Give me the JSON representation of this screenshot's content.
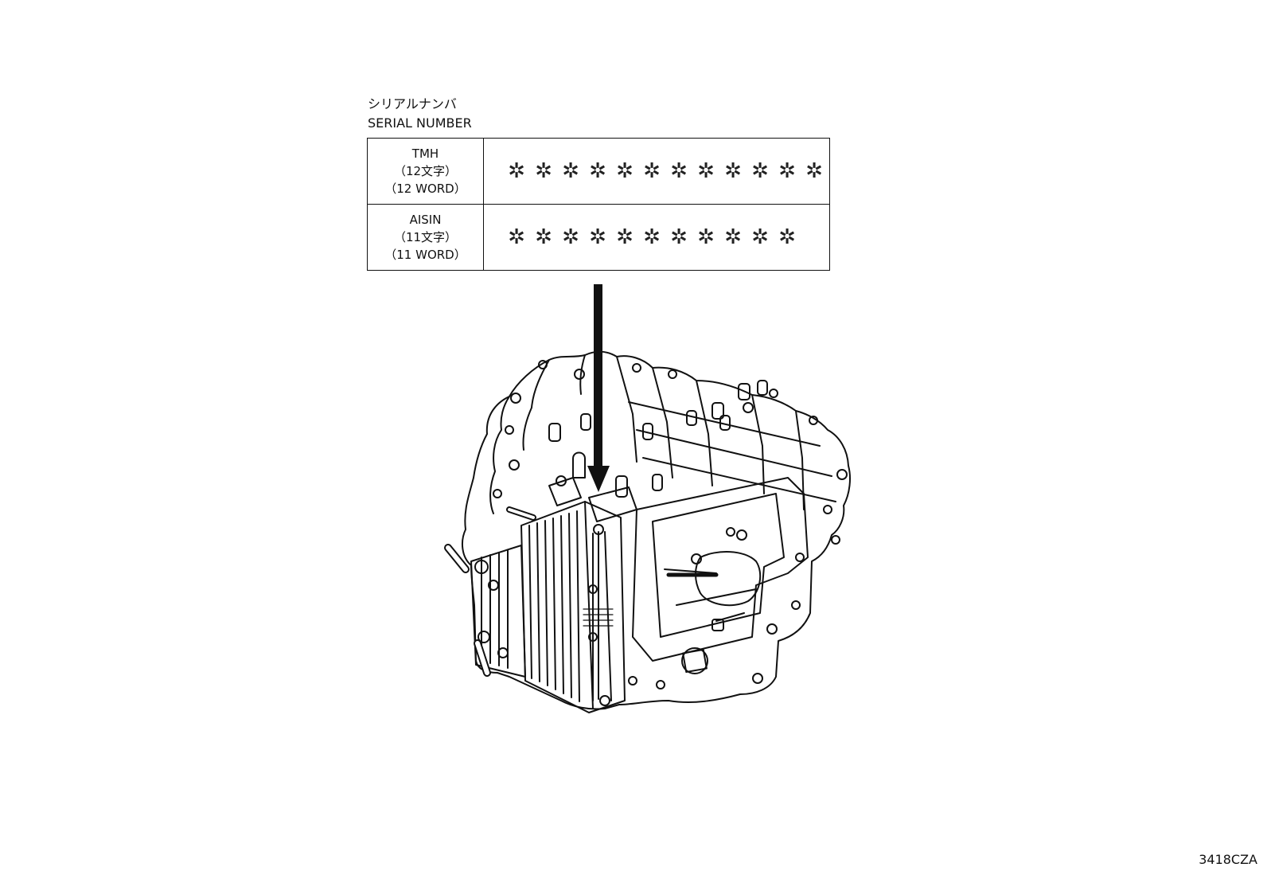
{
  "serial": {
    "caption_jp": "シリアルナンバ",
    "caption_en": "SERIAL NUMBER",
    "rows": [
      {
        "maker": "TMH",
        "count_jp": "（12文字）",
        "count_en": "（12 WORD）",
        "char_count": 12,
        "placeholder": "✲"
      },
      {
        "maker": "AISIN",
        "count_jp": "（11文字）",
        "count_en": "（11 WORD）",
        "char_count": 11,
        "placeholder": "✲"
      }
    ]
  },
  "figure": {
    "ref_code": "3418CZA",
    "line_color": "#111111"
  }
}
